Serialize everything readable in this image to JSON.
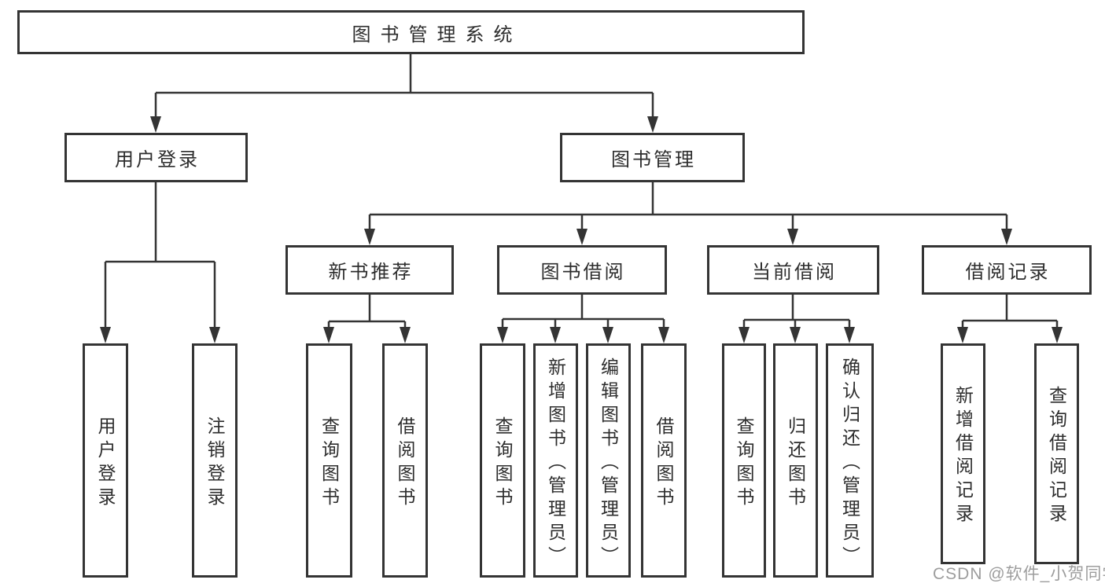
{
  "diagram": {
    "type": "hierarchy-tree",
    "root": {
      "label": "图书管理系统"
    },
    "level2": [
      {
        "id": "user-login",
        "label": "用户登录"
      },
      {
        "id": "book-management",
        "label": "图书管理"
      }
    ],
    "level3": [
      {
        "id": "new-book-recommend",
        "label": "新书推荐",
        "parent": "book-management"
      },
      {
        "id": "book-borrow",
        "label": "图书借阅",
        "parent": "book-management"
      },
      {
        "id": "current-borrow",
        "label": "当前借阅",
        "parent": "book-management"
      },
      {
        "id": "borrow-records",
        "label": "借阅记录",
        "parent": "book-management"
      }
    ],
    "leaves": {
      "user_login": [
        "用户登录",
        "注销登录"
      ],
      "new_book_recommend": [
        "查询图书",
        "借阅图书"
      ],
      "book_borrow": [
        "查询图书",
        "新增图书（管理员）",
        "编辑图书（管理员）",
        "借阅图书"
      ],
      "current_borrow": [
        "查询图书",
        "归还图书",
        "确认归还（管理员）"
      ],
      "borrow_records": [
        "新增借阅记录",
        "查询借阅记录"
      ]
    },
    "colors": {
      "background": "#ffffff",
      "box_border": "#343434",
      "connector_line": "#343434",
      "text": "#2d2d2d",
      "watermark_text": "#9d9d9d"
    }
  },
  "watermark": "CSDN @软件_小贺同学"
}
